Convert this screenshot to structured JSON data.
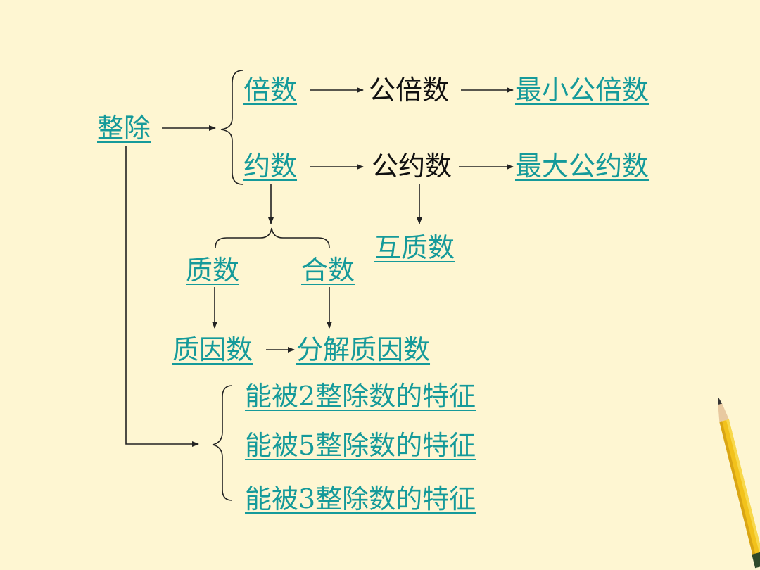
{
  "nodes": {
    "zhengchu": "整除",
    "beishu": "倍数",
    "gongbeishu": "公倍数",
    "zuixiaogongbeishu": "最小公倍数",
    "yueshu": "约数",
    "gongyueshu": "公约数",
    "zuidagongyueshu": "最大公约数",
    "huzhishu": "互质数",
    "zhishu": "质数",
    "heshu": "合数",
    "zhiyinshu": "质因数",
    "fenjiezhiyinshu": "分解质因数",
    "div2": "能被2整除数的特征",
    "div5": "能被5整除数的特征",
    "div3": "能被3整除数的特征"
  },
  "colors": {
    "background": "#FEF6D2",
    "link": "#159A9A",
    "text": "#111111",
    "line": "#222222"
  },
  "icons": [
    "pencil-icon"
  ]
}
